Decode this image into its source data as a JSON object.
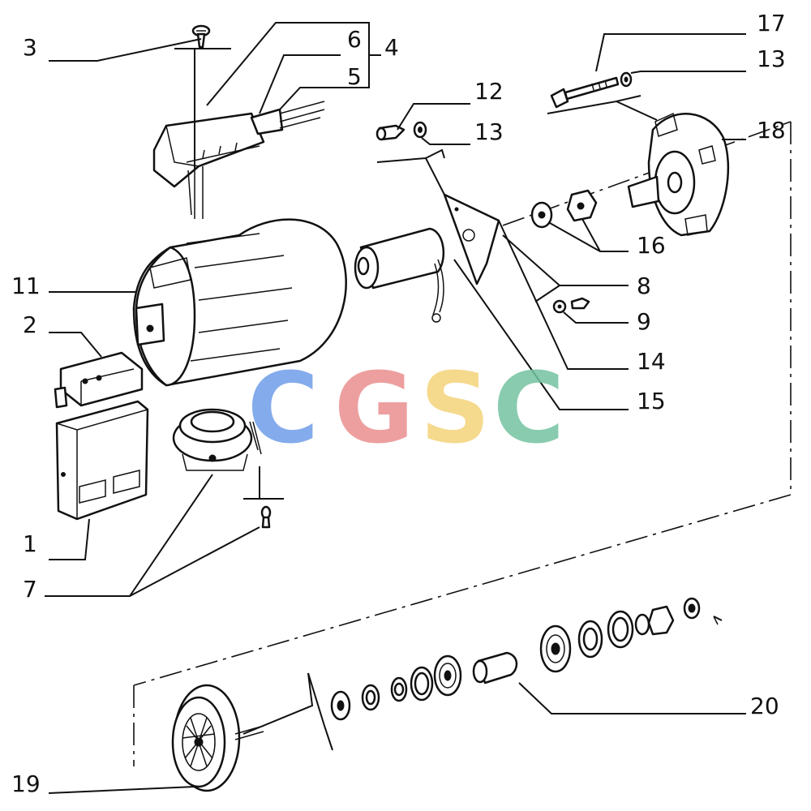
{
  "callouts": {
    "c1": "1",
    "c2": "2",
    "c3": "3",
    "c4": "4",
    "c5": "5",
    "c6": "6",
    "c7": "7",
    "c8": "8",
    "c9": "9",
    "c11": "11",
    "c12": "12",
    "c13a": "13",
    "c13b": "13",
    "c14": "14",
    "c15": "15",
    "c16": "16",
    "c17": "17",
    "c18": "18",
    "c19": "19",
    "c20": "20"
  },
  "watermark": {
    "letters": [
      "C",
      "G",
      "S",
      "C"
    ],
    "colors": [
      "#6f9de8",
      "#ea8f8f",
      "#f4d37a",
      "#74c3a1"
    ]
  }
}
